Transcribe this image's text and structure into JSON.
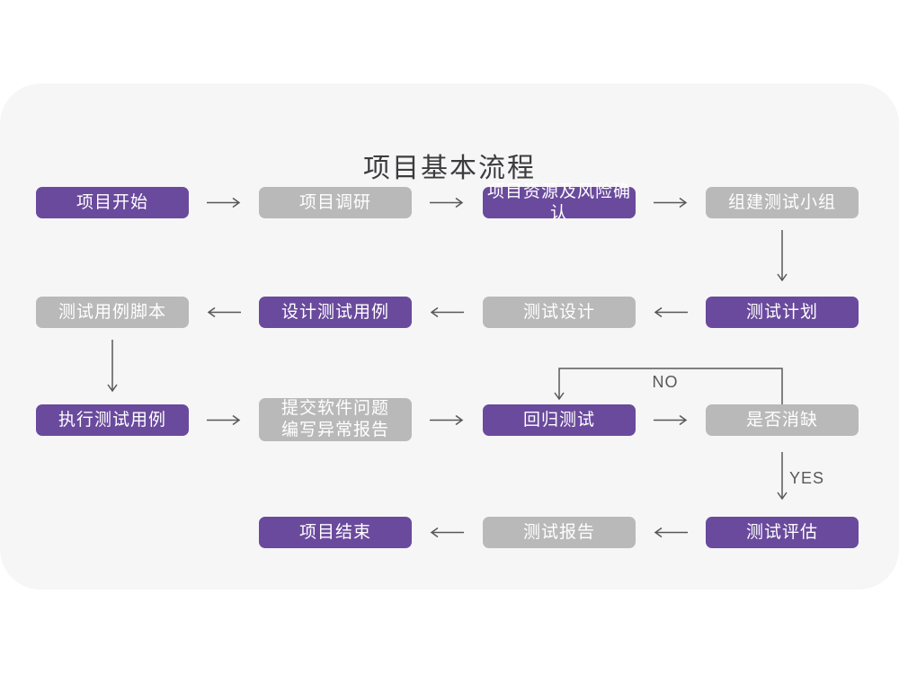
{
  "title": "项目基本流程",
  "colors": {
    "purple": "#6a4a9d",
    "gray": "#b9b9ba",
    "arrow": "#58585a",
    "title_text": "#3c3c3e",
    "box_text": "#ffffff",
    "card_bg": "#f6f6f7",
    "page_bg": "#ffffff"
  },
  "labels": {
    "no": "NO",
    "yes": "YES"
  },
  "nodes": [
    {
      "id": "project-start",
      "label": "项目开始",
      "variant": "purple"
    },
    {
      "id": "project-research",
      "label": "项目调研",
      "variant": "gray"
    },
    {
      "id": "project-resources-risk",
      "label": "项目资源及风险确认",
      "variant": "purple"
    },
    {
      "id": "build-test-team",
      "label": "组建测试小组",
      "variant": "gray"
    },
    {
      "id": "test-plan",
      "label": "测试计划",
      "variant": "purple"
    },
    {
      "id": "test-design",
      "label": "测试设计",
      "variant": "gray"
    },
    {
      "id": "design-test-cases",
      "label": "设计测试用例",
      "variant": "purple"
    },
    {
      "id": "test-case-scripts",
      "label": "测试用例脚本",
      "variant": "gray"
    },
    {
      "id": "execute-test-cases",
      "label": "执行测试用例",
      "variant": "purple"
    },
    {
      "id": "submit-issues-report",
      "label": "提交软件问题\n编写异常报告",
      "variant": "gray"
    },
    {
      "id": "regression-test",
      "label": "回归测试",
      "variant": "purple"
    },
    {
      "id": "defect-cleared",
      "label": "是否消缺",
      "variant": "gray"
    },
    {
      "id": "test-evaluation",
      "label": "测试评估",
      "variant": "purple"
    },
    {
      "id": "test-report",
      "label": "测试报告",
      "variant": "gray"
    },
    {
      "id": "project-end",
      "label": "项目结束",
      "variant": "purple"
    }
  ]
}
